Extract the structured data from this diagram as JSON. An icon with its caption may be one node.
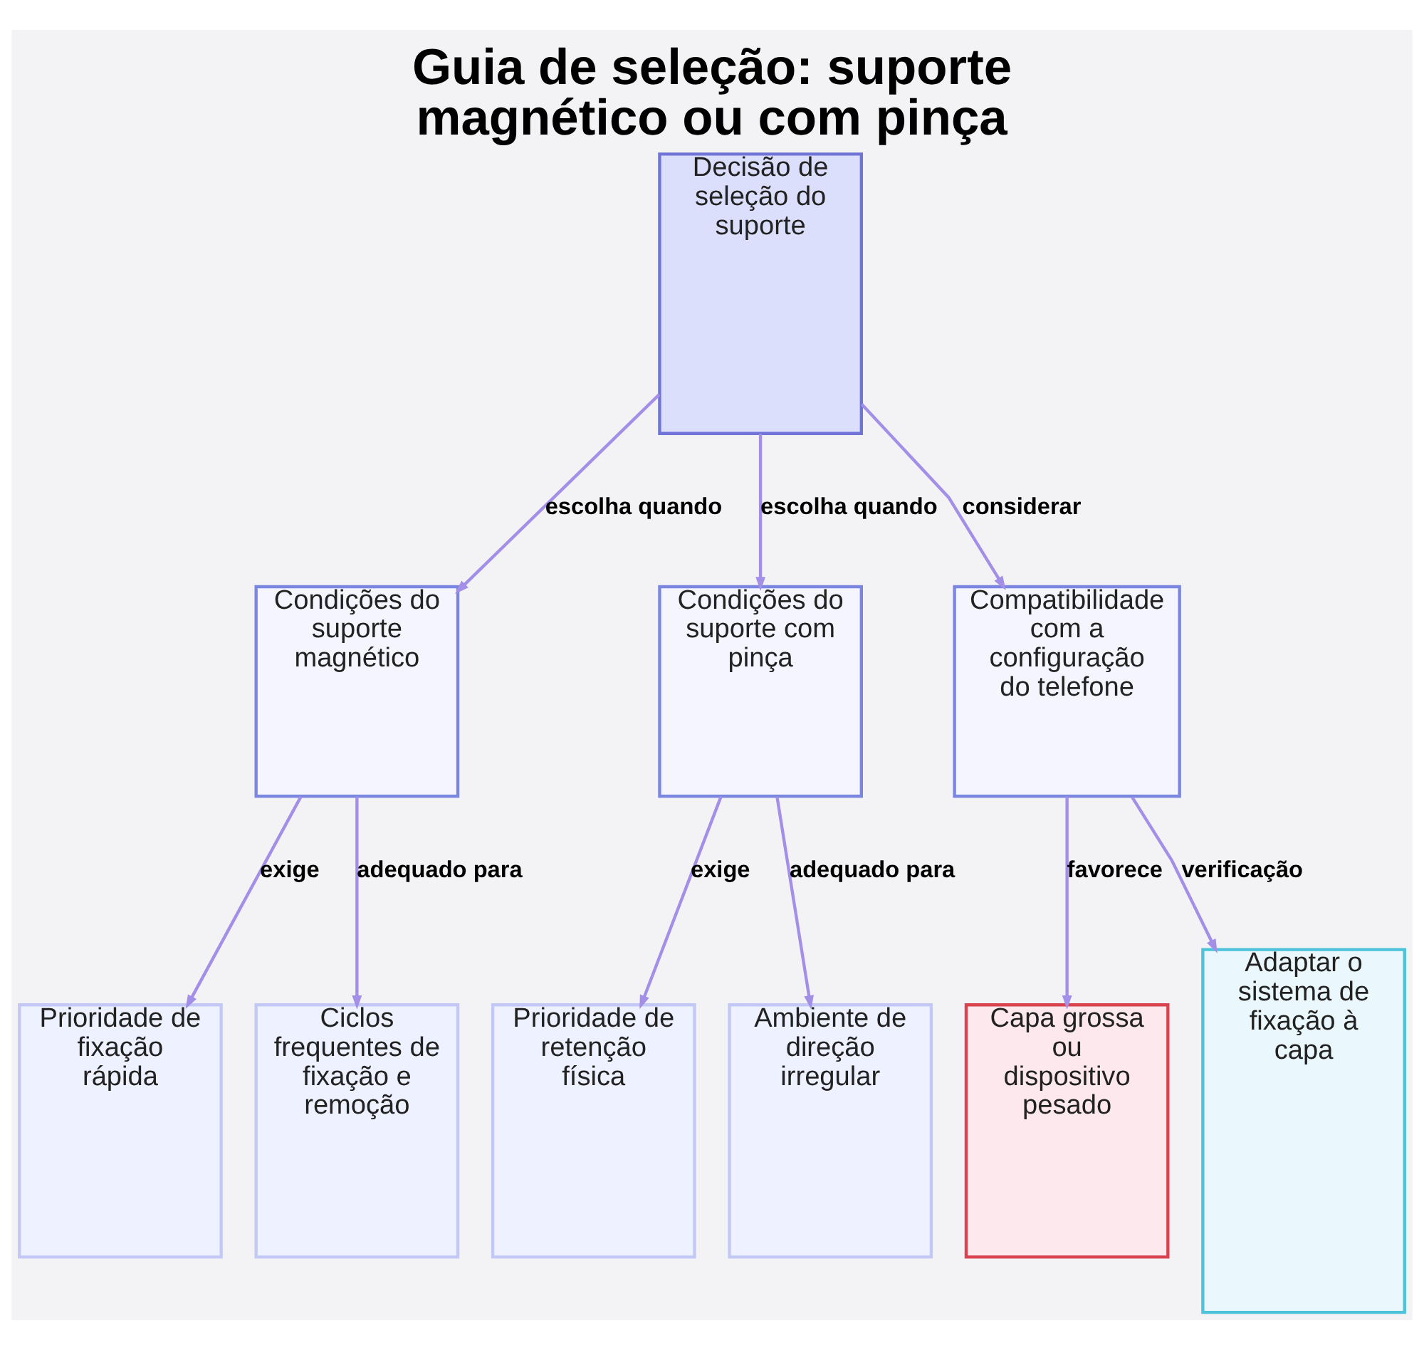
{
  "diagram": {
    "title": "Guia de seleção: suporte magnético ou com pinça",
    "nodes": [
      {
        "text": [
          "Decisão de seleção do suporte"
        ]
      },
      {
        "text": [
          "Condições do suporte magnético"
        ]
      },
      {
        "text": [
          "Condições do suporte com pinça"
        ]
      },
      {
        "text": [
          "Compatibilidade com a configuração do telefone"
        ]
      },
      {
        "text": [
          "Prioridade de fixação rápida"
        ]
      },
      {
        "text": [
          "Ciclos frequentes de fixação e remoção"
        ]
      },
      {
        "text": [
          "Prioridade de retenção física"
        ]
      },
      {
        "text": [
          "Ambiente de direção irregular"
        ]
      },
      {
        "text": [
          "Capa grossa ou dispositivo pesado"
        ]
      },
      {
        "text": [
          "Adaptar o sistema de fixação à capa"
        ]
      }
    ],
    "edges": [
      {
        "from": 0,
        "to": 1,
        "arrow": "to",
        "label": "escolha quando"
      },
      {
        "from": 0,
        "to": 2,
        "arrow": "to",
        "label": "escolha quando"
      },
      {
        "from": 0,
        "to": 3,
        "arrow": "to",
        "label": "considerar"
      },
      {
        "from": 1,
        "to": 4,
        "arrow": "to",
        "label": "exige"
      },
      {
        "from": 1,
        "to": 5,
        "arrow": "to",
        "label": "adequado para"
      },
      {
        "from": 2,
        "to": 6,
        "arrow": "to",
        "label": "exige"
      },
      {
        "from": 2,
        "to": 7,
        "arrow": "to",
        "label": "adequado para"
      },
      {
        "from": 3,
        "to": 8,
        "arrow": "to",
        "label": "favorece"
      },
      {
        "from": 3,
        "to": 9,
        "arrow": "to",
        "label": "verificação"
      }
    ]
  }
}
